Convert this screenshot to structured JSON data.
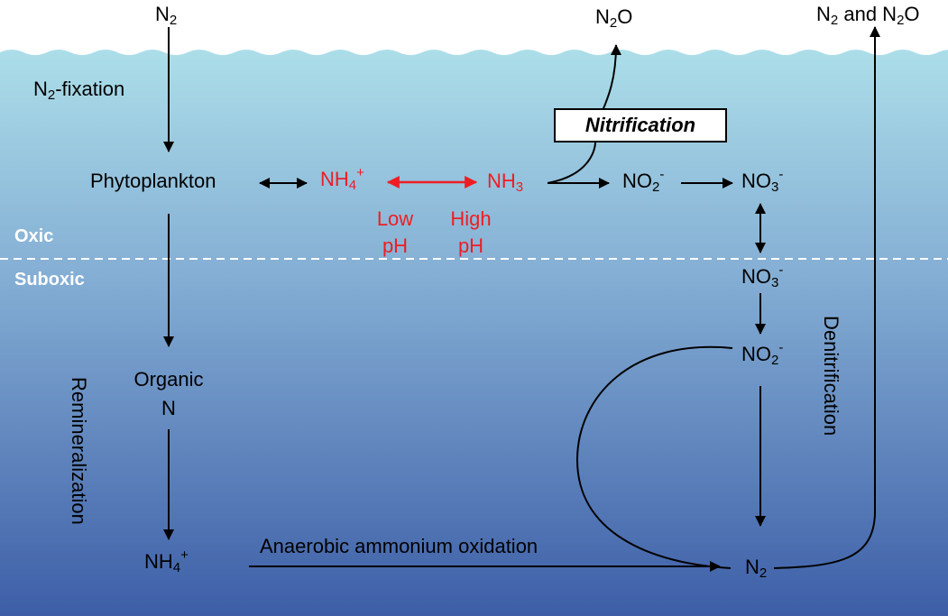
{
  "zones": {
    "oxic": "Oxic",
    "suboxic": "Suboxic"
  },
  "species": {
    "n2_top": {
      "base": "N",
      "sub": "2"
    },
    "n2o_top": {
      "a": "N",
      "sub": "2",
      "b": "O"
    },
    "n2_and_n2o": {
      "a": "N",
      "sub1": "2",
      "b": " and N",
      "sub2": "2",
      "c": "O"
    },
    "phytoplankton": "Phytoplankton",
    "nh4_red": {
      "base": "NH",
      "sub": "4",
      "sup": "+"
    },
    "nh3_red": {
      "base": "NH",
      "sub": "3"
    },
    "no2_oxic": {
      "base": "NO",
      "sub": "2",
      "sup": "-"
    },
    "no3_oxic": {
      "base": "NO",
      "sub": "3",
      "sup": "-"
    },
    "no3_suboxic": {
      "base": "NO",
      "sub": "3",
      "sup": "-"
    },
    "no2_suboxic": {
      "base": "NO",
      "sub": "2",
      "sup": "-"
    },
    "organic_n": {
      "line1": "Organic",
      "line2": "N"
    },
    "nh4_bottom": {
      "base": "NH",
      "sub": "4",
      "sup": "+"
    },
    "n2_bottom": {
      "base": "N",
      "sub": "2"
    }
  },
  "ph_labels": {
    "low": {
      "line1": "Low",
      "line2": "pH"
    },
    "high": {
      "line1": "High",
      "line2": "pH"
    }
  },
  "processes": {
    "n2_fixation": {
      "a": "N",
      "sub": "2",
      "b": "-fixation"
    },
    "nitrification": "Nitrification",
    "denitrification": "Denitrification",
    "remineralization": "Remineralization",
    "anammox": "Anaerobic ammonium oxidation"
  },
  "colors": {
    "sky": "#ffffff",
    "water_top": "#a9dbe8",
    "water_bottom": "#3a5ea8",
    "red_species": "#ee1d23",
    "arrow": "#000000",
    "divider": "#ffffff"
  }
}
